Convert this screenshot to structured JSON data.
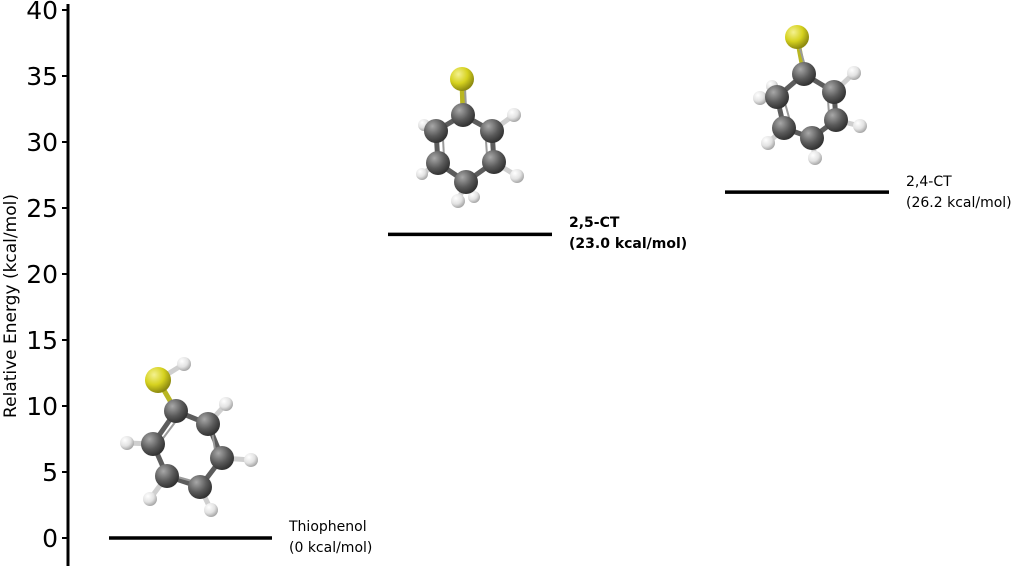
{
  "chart_data": {
    "type": "energy-level-diagram",
    "ylabel": "Relative Energy (kcal/mol)",
    "ylim": [
      0,
      40
    ],
    "yticks": [
      0,
      5,
      10,
      15,
      20,
      25,
      30,
      35,
      40
    ],
    "grid": false,
    "levels": [
      {
        "name": "Thiophenol",
        "energy": 0,
        "energy_label": "(0 kcal/mol)",
        "bold": false
      },
      {
        "name": "2,5-CT",
        "energy": 23.0,
        "energy_label": "(23.0 kcal/mol)",
        "bold": true
      },
      {
        "name": "2,4-CT",
        "energy": 26.2,
        "energy_label": "(26.2 kcal/mol)",
        "bold": false
      }
    ]
  },
  "colors": {
    "level_line": "#000000",
    "carbon": "#5a5a5a",
    "sulfur": "#d6d21f",
    "hydrogen": "#e2e2e2",
    "axis": "#000000"
  },
  "icons": [
    "thiophenol-molecule-icon",
    "2,5-ct-molecule-icon",
    "2,4-ct-molecule-icon"
  ]
}
